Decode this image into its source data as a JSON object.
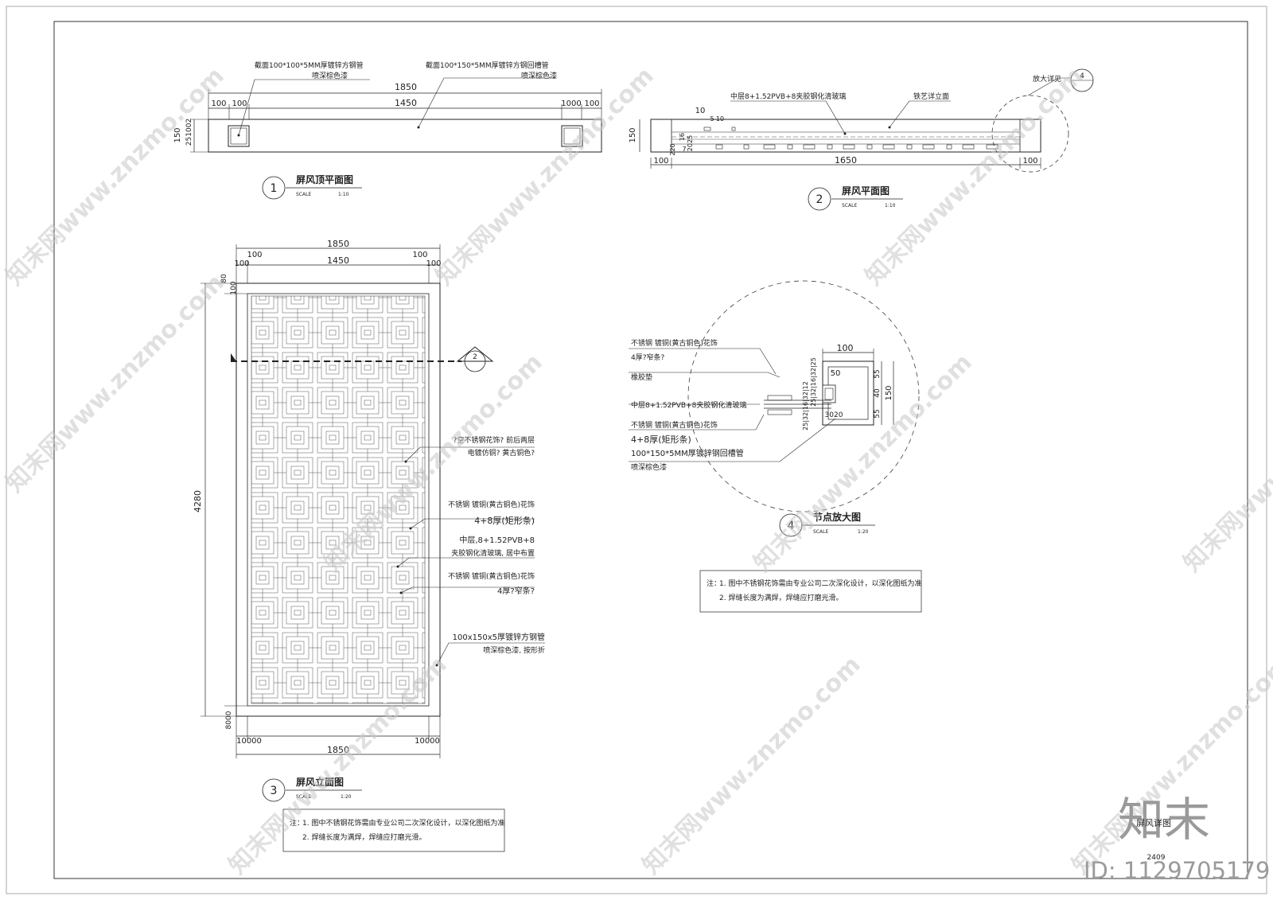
{
  "drawings": {
    "d1": {
      "number": "1",
      "title": "屏风顶平面图",
      "scale_label": "SCALE",
      "scale_value": "1:10",
      "callout_left": "截面100*100*5MM厚镀锌方钢管",
      "callout_left_2": "喷深棕色漆",
      "callout_right": "截面100*150*5MM厚镀锌方钢回槽管",
      "callout_right_2": "喷深棕色漆",
      "dim_total": "1850",
      "dim_mid": "1450",
      "dim_side_a": "100",
      "dim_side_b": "100",
      "dim_side_c": "1000",
      "dim_side_d": "100",
      "dim_height": "150",
      "dim_h_parts": "251002"
    },
    "d2": {
      "number": "2",
      "title": "屏风平面图",
      "scale_label": "SCALE",
      "scale_value": "1:10",
      "callout_glass": "中层8+1.52PVB+8夹胶钢化清玻璃",
      "callout_iron": "铁艺详立面",
      "callout_detail": "放大详见",
      "detail_ref": "4",
      "dim_total": "1650",
      "dim_left": "100",
      "dim_right": "100",
      "dim_height": "150",
      "dim_small": "10",
      "dim_small2": "220",
      "dim_small3": "16",
      "dim_small4": "5",
      "dim_small5": "10",
      "dim_vert": "2025",
      "dim_vert2": "7"
    },
    "d3": {
      "number": "3",
      "title": "屏风立面图",
      "scale_label": "SCALE",
      "scale_value": "1:20",
      "dim_total_top": "1850",
      "dim_mid_top": "1450",
      "dim_top_a": "100",
      "dim_top_b": "100",
      "dim_top_c": "100",
      "dim_top_d": "100",
      "dim_height": "4280",
      "dim_top_v1": "80",
      "dim_top_v2": "100",
      "dim_bot_v": "8000",
      "dim_bot_a": "10000",
      "dim_bot_b": "10000",
      "dim_total_bot": "1850",
      "section_ref": "2",
      "note1_a": "?空不锈钢花饰? 前后两层",
      "note1_b": "电镀仿铜? 黄古铜色?",
      "note2_a": "不锈钢  镀铜(黄古铜色)花饰",
      "note2_b": "4+8厚(矩形条)",
      "note3_a": "中层,8+1.52PVB+8",
      "note3_b": "夹胶钢化清玻璃, 居中布置",
      "note4_a": "不锈钢  镀铜(黄古铜色)花饰",
      "note4_b": "4厚?窄条?",
      "note5_a": "100x150x5厚镀锌方钢管",
      "note5_b": "喷深棕色漆, 按形折",
      "remark_prefix": "注：",
      "remark_1": "1. 图中不锈钢花饰需由专业公司二次深化设计，以深化图纸为准",
      "remark_2": "2. 焊缝长度为满焊，焊缝应打磨光滑。"
    },
    "d4": {
      "number": "4",
      "title": "节点放大图",
      "scale_label": "SCALE",
      "scale_value": "1:20",
      "l1": "不锈钢  镀铜(黄古铜色)花饰",
      "l2": "4厚?窄条?",
      "l3": "橡胶垫",
      "l4": "中层8+1.52PVB+8夹胶钢化清玻璃",
      "l5": "不锈钢  镀铜(黄古铜色)花饰",
      "l6": "4+8厚(矩形条)",
      "l7": "100*150*5MM厚镀锌钢回槽管",
      "l8": "喷深棕色漆",
      "dim_100": "100",
      "dim_50": "50",
      "dim_55a": "55",
      "dim_40": "40",
      "dim_55b": "55",
      "dim_150": "150",
      "dim_3020": "3020",
      "dim_left_stack": "25|32|16|32|25",
      "dim_left_stack2": "25|32|16|32|12",
      "remark_prefix": "注：",
      "remark_1": "1. 图中不锈钢花饰需由专业公司二次深化设计，以深化图纸为准",
      "remark_2": "2. 焊缝长度为满焊，焊缝应打磨光滑。"
    }
  },
  "sheet": {
    "watermark": "知末网www.znzmo.com",
    "brand_logo": "知末",
    "sheet_title": "屏风详图",
    "sheet_number": "2409",
    "id_label": "ID: 1129705179"
  }
}
